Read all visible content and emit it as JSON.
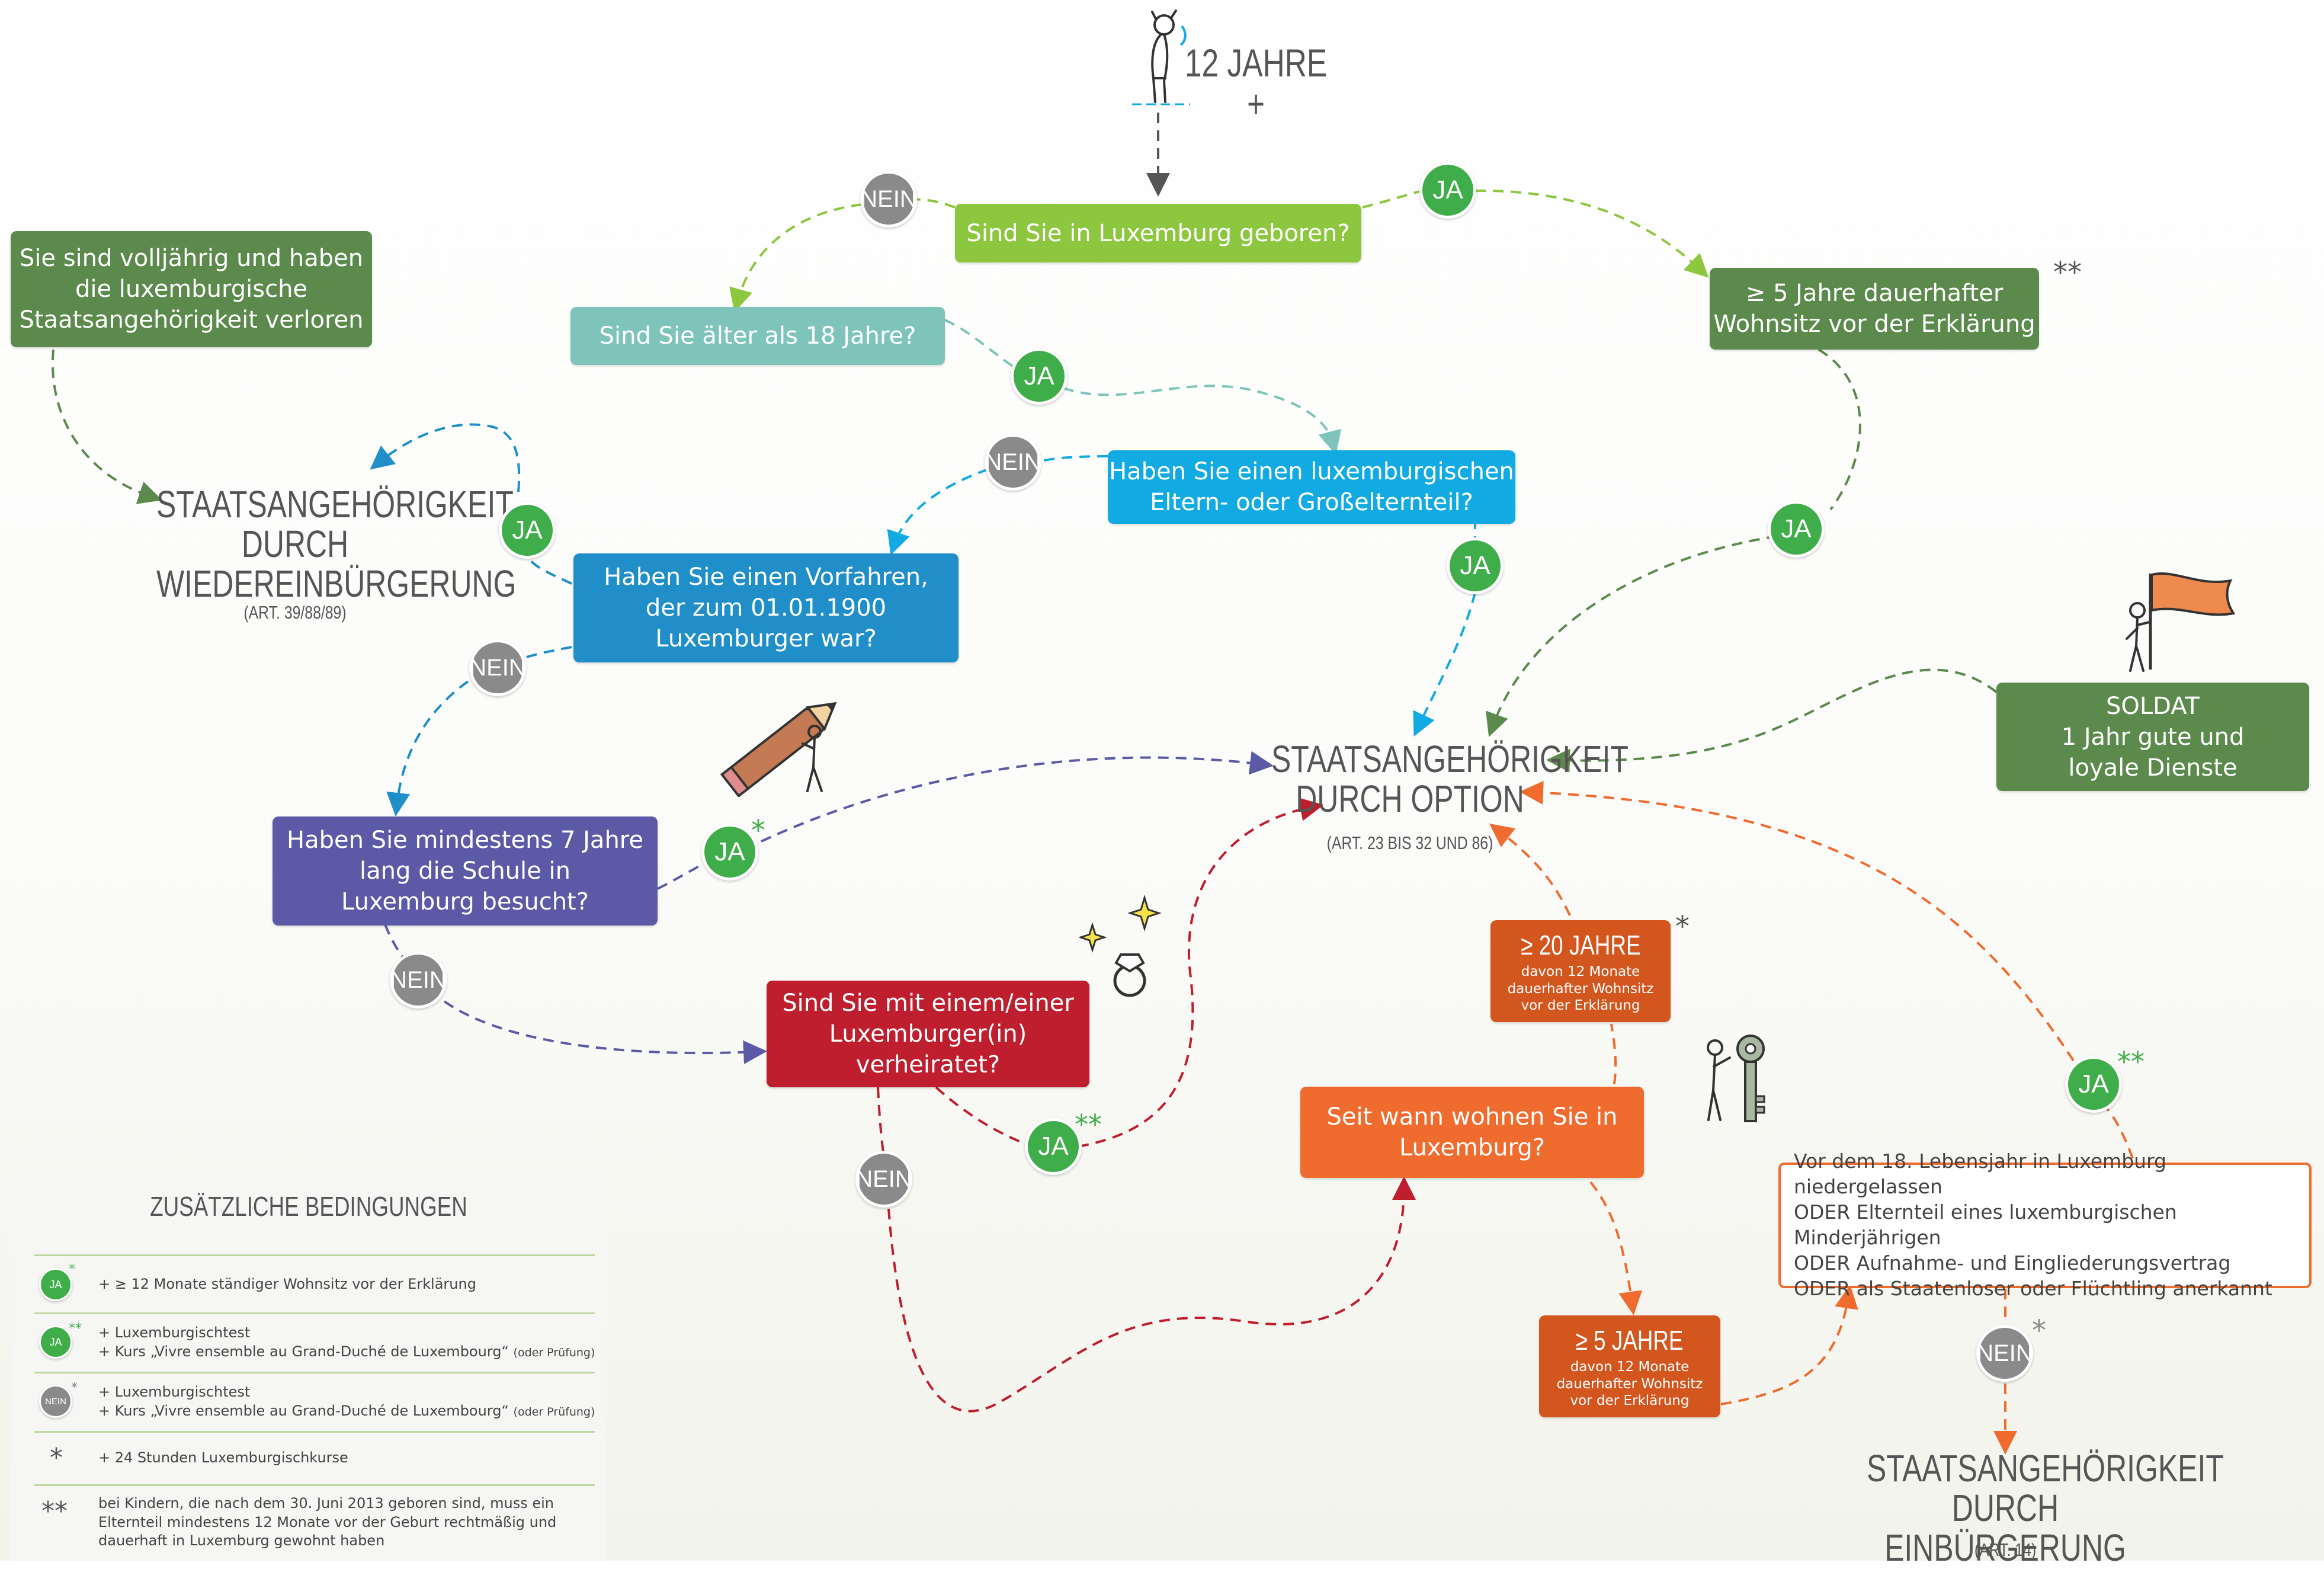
{
  "header": {
    "title": "12 JAHRE +"
  },
  "questions": {
    "born_lux": "Sind Sie in Luxemburg geboren?",
    "older18": "Sind Sie älter als 18 Jahre?",
    "parent_lux": "Haben Sie einen luxemburgischen\nEltern- oder Großelternteil?",
    "ancestor": "Haben Sie einen Vorfahren,\nder zum 01.01.1900\nLuxemburger war?",
    "school": "Haben Sie mindestens 7 Jahre\nlang die Schule in\nLuxemburg besucht?",
    "married": "Sind Sie mit einem/einer\nLuxemburger(in)\nverheiratet?",
    "since_when": "Seit wann wohnen Sie in\nLuxemburg?",
    "lost": "Sie sind volljährig und haben\ndie luxemburgische\nStaatsangehörigkeit verloren",
    "five_years_residence": "≥ 5 Jahre dauerhafter\nWohnsitz vor der Erklärung",
    "soldier": "SOLDAT\n1 Jahr gute und\nloyale Dienste",
    "years20_title": "≥ 20 JAHRE",
    "years20_sub": "davon 12 Monate\ndauerhafter Wohnsitz\nvor der Erklärung",
    "years5_title": "≥ 5 JAHRE",
    "years5_sub": "davon 12 Monate\ndauerhafter Wohnsitz\nvor der Erklärung",
    "conditions": "Vor dem 18. Lebensjahr in Luxemburg niedergelassen\nODER Elternteil eines luxemburgischen Minderjährigen\nODER Aufnahme- und Eingliederungsvertrag\nODER als Staatenloser oder Flüchtling anerkannt"
  },
  "outcomes": {
    "option_title": "STAATSANGEHÖRIGKEIT\nDURCH OPTION",
    "option_art": "(ART. 23 BIS 32 UND 86)",
    "reintegration_title": "STAATSANGEHÖRIGKEIT\nDURCH\nWIEDEREINBÜRGERUNG",
    "reintegration_art": "(ART. 39/88/89)",
    "naturalisation_title": "STAATSANGEHÖRIGKEIT\nDURCH EINBÜRGERUNG",
    "naturalisation_art": "(ART. 14)"
  },
  "answers": {
    "ja": "JA",
    "nein": "NEIN"
  },
  "marks": {
    "single": "*",
    "double": "**"
  },
  "legend": {
    "title": "ZUSÄTZLICHE BEDINGUNGEN",
    "rows": [
      {
        "badge": "JA",
        "mark": "*",
        "line1": "+ ≥ 12 Monate ständiger Wohnsitz vor der Erklärung",
        "line2": "",
        "note2": ""
      },
      {
        "badge": "JA",
        "mark": "**",
        "line1": "+ Luxemburgischtest",
        "line2": "+ Kurs „Vivre ensemble au Grand-Duché de Luxembourg“",
        "note2": "(oder Prüfung)"
      },
      {
        "badge": "NEIN",
        "mark": "*",
        "line1": "+ Luxemburgischtest",
        "line2": "+ Kurs „Vivre ensemble au Grand-Duché de Luxembourg“",
        "note2": "(oder Prüfung)"
      },
      {
        "badge": "",
        "mark": "*",
        "line1": "+ 24 Stunden Luxemburgischkurse",
        "line2": "",
        "note2": ""
      },
      {
        "badge": "",
        "mark": "**",
        "line1": "bei Kindern, die nach dem 30. Juni 2013 geboren sind, muss ein\nElternteil mindestens 12 Monate vor der Geburt rechtmäßig und\ndauerhaft in Luxemburg gewohnt haben",
        "line2": "",
        "note2": ""
      }
    ]
  },
  "colors": {
    "light_green": "#8dc63f",
    "teal": "#7ec4bb",
    "cyan": "#12aae2",
    "blue": "#1f8ec9",
    "purple": "#5b5aa6",
    "red": "#be1e2d",
    "orange": "#ef6b2e",
    "dark_orange": "#d4561f",
    "dark_green": "#5b8a4c",
    "ja_green": "#3fad4a",
    "nein_grey": "#8a8a8a"
  },
  "icons": [
    "person-stretching-icon",
    "pencil-person-icon",
    "ring-icon",
    "person-key-icon",
    "person-flag-icon",
    "sparkle-icon"
  ]
}
